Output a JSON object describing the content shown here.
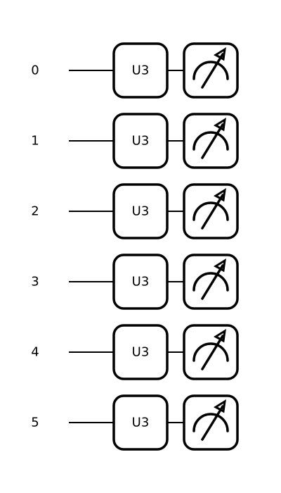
{
  "circuit": {
    "wires": [
      {
        "label": "0",
        "gate": "U3",
        "measure_icon": "measurement-meter-icon"
      },
      {
        "label": "1",
        "gate": "U3",
        "measure_icon": "measurement-meter-icon"
      },
      {
        "label": "2",
        "gate": "U3",
        "measure_icon": "measurement-meter-icon"
      },
      {
        "label": "3",
        "gate": "U3",
        "measure_icon": "measurement-meter-icon"
      },
      {
        "label": "4",
        "gate": "U3",
        "measure_icon": "measurement-meter-icon"
      },
      {
        "label": "5",
        "gate": "U3",
        "measure_icon": "measurement-meter-icon"
      }
    ],
    "colors": {
      "line": "#000000",
      "gate_fill": "#ffffff",
      "background": "#ffffff"
    }
  }
}
